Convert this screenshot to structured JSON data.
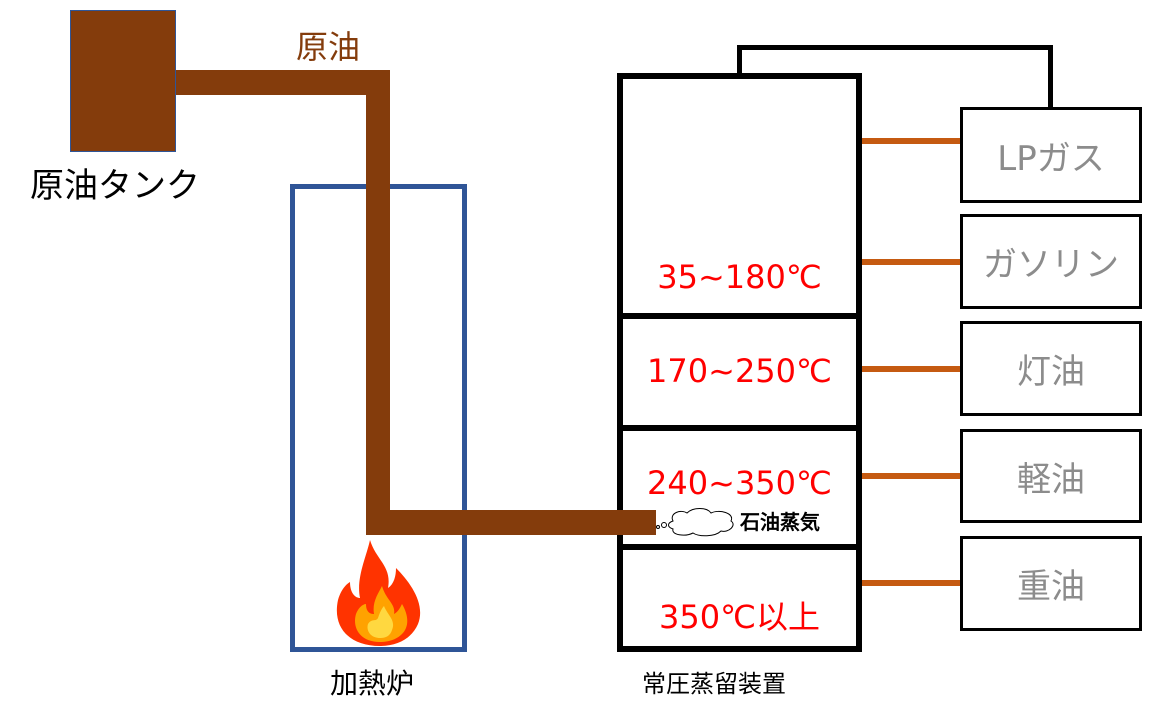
{
  "tank": {
    "label": "原油タンク"
  },
  "crude": {
    "label": "原油"
  },
  "furnace": {
    "label": "加熱炉"
  },
  "tower": {
    "label": "常圧蒸留装置",
    "vapor_label": "石油蒸気",
    "sections": [
      {
        "temp": "35~180℃"
      },
      {
        "temp": "170~250℃"
      },
      {
        "temp": "240~350℃"
      },
      {
        "temp": "350℃以上"
      }
    ]
  },
  "products": [
    "LPガス",
    "ガソリン",
    "灯油",
    "軽油",
    "重油"
  ],
  "colors": {
    "pipe": "#843c0c",
    "furnace": "#2f5597",
    "temp": "#ff0000",
    "connector": "#c55a11"
  }
}
